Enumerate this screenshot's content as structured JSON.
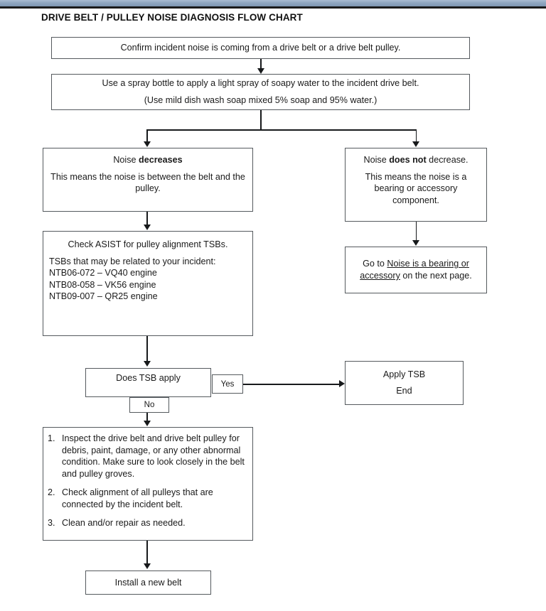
{
  "document": {
    "title": "DRIVE BELT / PULLEY NOISE DIAGNOSIS FLOW CHART",
    "accent_band_color": "#8fa6c0",
    "box_border_color": "#555a5e",
    "connector_color": "#17191b"
  },
  "flow": {
    "step_confirm": {
      "text": "Confirm incident noise is coming from a drive belt or a drive belt pulley."
    },
    "step_spray": {
      "line1": "Use a spray bottle to apply a light spray of soapy water to the incident drive belt.",
      "line2": "(Use mild dish wash soap mixed 5% soap and 95% water.)"
    },
    "branch_decrease": {
      "heading_prefix": "Noise ",
      "heading_bold": "decreases",
      "body": "This means the noise is between the belt and the pulley."
    },
    "branch_no_decrease": {
      "heading_prefix": "Noise ",
      "heading_bold": "does not",
      "heading_suffix": " decrease.",
      "body": "This means the noise is a bearing or accessory component."
    },
    "goto_next_page": {
      "prefix": "Go to ",
      "link": "Noise is a bearing or accessory",
      "suffix": " on the next page."
    },
    "check_asist": {
      "heading": "Check ASIST for pulley alignment TSBs.",
      "intro": "TSBs that may be related to your incident:",
      "tsbs": [
        "NTB06-072 – VQ40 engine",
        "NTB08-058 – VK56 engine",
        "NTB09-007 – QR25 engine"
      ]
    },
    "decision_tsb": {
      "question": "Does TSB apply",
      "yes_label": "Yes",
      "no_label": "No"
    },
    "apply_tsb": {
      "line1": "Apply TSB",
      "line2": "End"
    },
    "inspect_steps": {
      "items": [
        {
          "num": "1.",
          "text": "Inspect the drive belt and drive belt pulley for debris, paint, damage, or any other abnormal condition. Make sure to look closely in the belt and pulley groves."
        },
        {
          "num": "2.",
          "text": "Check alignment of all pulleys that are connected by the incident belt."
        },
        {
          "num": "3.",
          "text": "Clean and/or repair as needed."
        }
      ]
    },
    "install_belt": {
      "text": "Install a new belt"
    }
  }
}
